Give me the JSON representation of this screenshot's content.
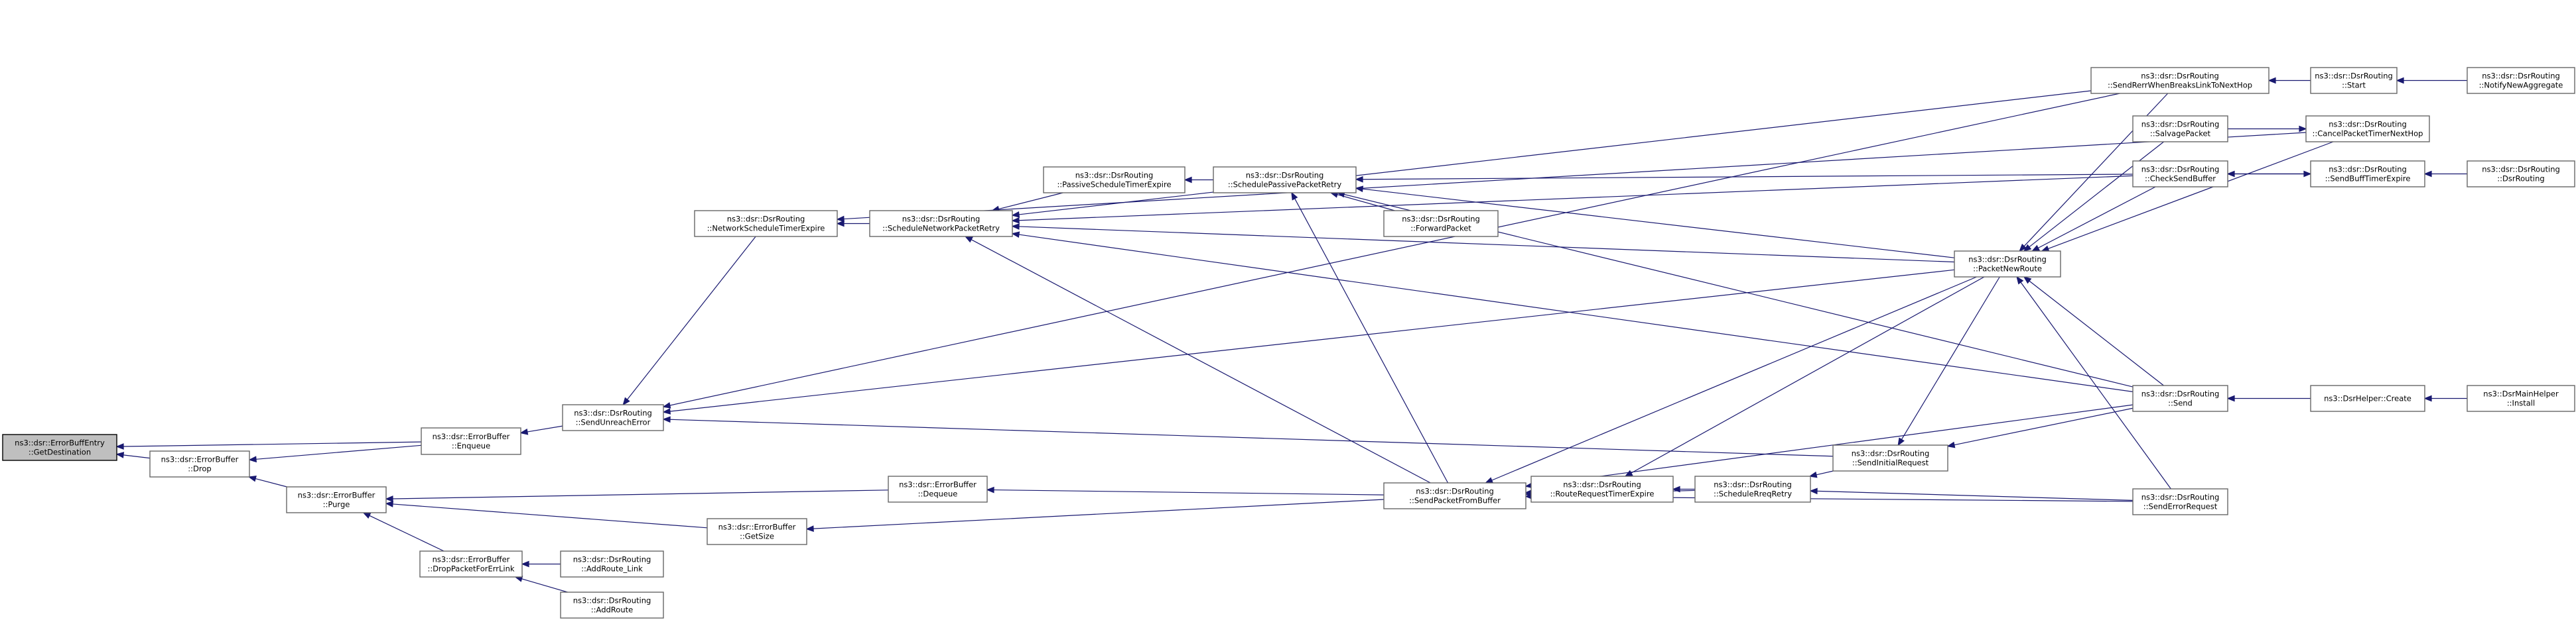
{
  "colors": {
    "edge": "#191970",
    "root_fill": "#bfbfbf",
    "node_border": "#666666"
  },
  "nodes": [
    {
      "id": "n0",
      "lines": [
        "ns3::dsr::ErrorBuffEntry",
        "::GetDestination"
      ],
      "root": true
    },
    {
      "id": "n1",
      "lines": [
        "ns3::dsr::ErrorBuffer",
        "::Drop"
      ]
    },
    {
      "id": "n2",
      "lines": [
        "ns3::dsr::ErrorBuffer",
        "::Enqueue"
      ]
    },
    {
      "id": "n3",
      "lines": [
        "ns3::dsr::ErrorBuffer",
        "::Purge"
      ]
    },
    {
      "id": "n4",
      "lines": [
        "ns3::dsr::ErrorBuffer",
        "::DropPacketForErrLink"
      ]
    },
    {
      "id": "n5",
      "lines": [
        "ns3::dsr::DsrRouting",
        "::SendUnreachError"
      ]
    },
    {
      "id": "n6",
      "lines": [
        "ns3::dsr::DsrRouting",
        "::NetworkScheduleTimerExpire"
      ]
    },
    {
      "id": "n7",
      "lines": [
        "ns3::dsr::ErrorBuffer",
        "::GetSize"
      ]
    },
    {
      "id": "n8",
      "lines": [
        "ns3::dsr::DsrRouting",
        "::AddRoute_Link"
      ]
    },
    {
      "id": "n9",
      "lines": [
        "ns3::dsr::DsrRouting",
        "::AddRoute"
      ]
    },
    {
      "id": "n10",
      "lines": [
        "ns3::dsr::DsrRouting",
        "::ScheduleNetworkPacketRetry"
      ]
    },
    {
      "id": "n11",
      "lines": [
        "ns3::dsr::ErrorBuffer",
        "::Dequeue"
      ]
    },
    {
      "id": "n12",
      "lines": [
        "ns3::dsr::DsrRouting",
        "::PassiveScheduleTimerExpire"
      ]
    },
    {
      "id": "n13",
      "lines": [
        "ns3::dsr::DsrRouting",
        "::SchedulePassivePacketRetry"
      ]
    },
    {
      "id": "n14",
      "lines": [
        "ns3::dsr::DsrRouting",
        "::ForwardPacket"
      ]
    },
    {
      "id": "n15",
      "lines": [
        "ns3::dsr::DsrRouting",
        "::SendPacketFromBuffer"
      ]
    },
    {
      "id": "n16",
      "lines": [
        "ns3::dsr::DsrRouting",
        "::RouteRequestTimerExpire"
      ]
    },
    {
      "id": "n17",
      "lines": [
        "ns3::dsr::DsrRouting",
        "::ScheduleRreqRetry"
      ]
    },
    {
      "id": "n18",
      "lines": [
        "ns3::dsr::DsrRouting",
        "::SendInitialRequest"
      ]
    },
    {
      "id": "n19",
      "lines": [
        "ns3::dsr::DsrRouting",
        "::PacketNewRoute"
      ]
    },
    {
      "id": "n20",
      "lines": [
        "ns3::dsr::DsrRouting",
        "::SendPacketFromBuffer"
      ],
      "hidden": true
    },
    {
      "id": "n21",
      "lines": [
        "ns3::dsr::DsrRouting",
        "::SendRerrWhenBreaksLinkToNextHop"
      ]
    },
    {
      "id": "n22",
      "lines": [
        "ns3::dsr::DsrRouting",
        "::SalvagePacket"
      ]
    },
    {
      "id": "n23",
      "lines": [
        "ns3::dsr::DsrRouting",
        "::CheckSendBuffer"
      ]
    },
    {
      "id": "n24",
      "lines": [
        "ns3::dsr::DsrRouting",
        "::Send"
      ]
    },
    {
      "id": "n25",
      "lines": [
        "ns3::dsr::DsrRouting",
        "::SendErrorRequest"
      ]
    },
    {
      "id": "n26",
      "lines": [
        "ns3::dsr::DsrRouting",
        "::Start"
      ]
    },
    {
      "id": "n27",
      "lines": [
        "ns3::dsr::DsrRouting",
        "::CancelPacketTimerNextHop"
      ]
    },
    {
      "id": "n28",
      "lines": [
        "ns3::dsr::DsrRouting",
        "::SendBuffTimerExpire"
      ]
    },
    {
      "id": "n29",
      "lines": [
        "ns3::DsrHelper::Create"
      ]
    },
    {
      "id": "n30",
      "lines": [
        "ns3::dsr::DsrRouting",
        "::NotifyNewAggregate"
      ]
    },
    {
      "id": "n31",
      "lines": [
        "ns3::dsr::DsrRouting",
        "::DsrRouting"
      ]
    },
    {
      "id": "n32",
      "lines": [
        "ns3::DsrMainHelper",
        "::Install"
      ]
    }
  ]
}
